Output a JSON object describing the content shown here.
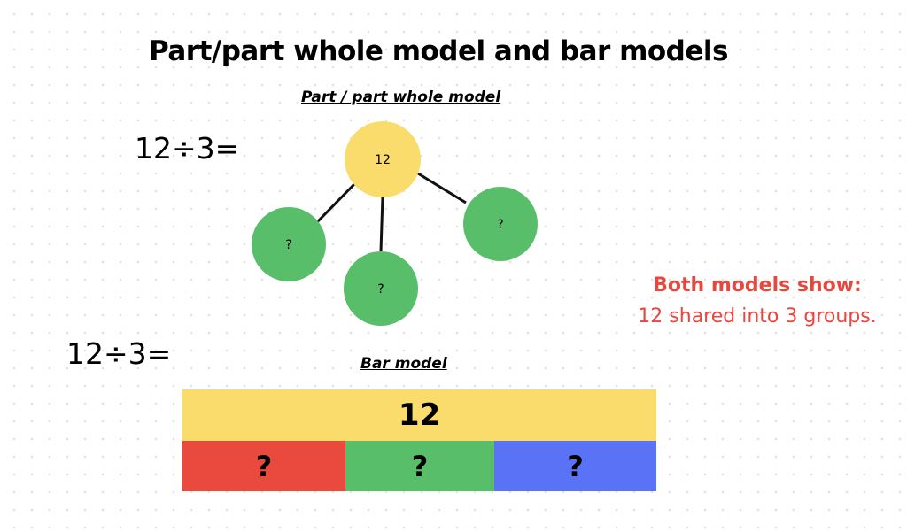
{
  "title": "Part/part whole model and bar models",
  "part_whole": {
    "heading": "Part / part whole model",
    "equation": "12÷3=",
    "whole_label": "12",
    "parts": [
      "?",
      "?",
      "?"
    ],
    "colors": {
      "whole": "#f9dc6b",
      "part": "#59be6a",
      "line": "#111111"
    }
  },
  "bar_model": {
    "heading": "Bar model",
    "equation": "12÷3=",
    "whole_label": "12",
    "parts": [
      {
        "label": "?",
        "color": "#ea4a3e"
      },
      {
        "label": "?",
        "color": "#59be6a"
      },
      {
        "label": "?",
        "color": "#5a72f5"
      }
    ],
    "whole_color": "#f9dc6b"
  },
  "note": {
    "heading": "Both models show:",
    "body": "12 shared into 3 groups.",
    "color": "#e8473f"
  }
}
